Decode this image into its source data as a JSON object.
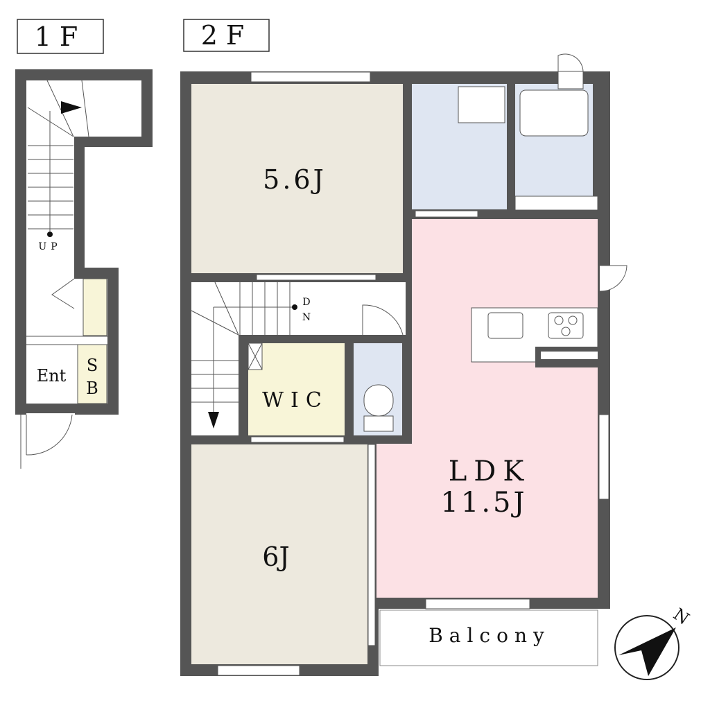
{
  "floors": {
    "first": {
      "title": "1F",
      "rooms": {
        "entrance": "Ent",
        "shoe_box_1": "S",
        "shoe_box_2": "B"
      },
      "stairs_label": "UP"
    },
    "second": {
      "title": "2F",
      "rooms": {
        "bedroom1": "5.6J",
        "bedroom2": "6J",
        "wic": "WIC",
        "ldk_name": "LDK",
        "ldk_size": "11.5J",
        "balcony": "Balcony"
      },
      "stairs_label_1": "D",
      "stairs_label_2": "N"
    }
  },
  "compass": {
    "label": "N"
  },
  "colors": {
    "wall": "#555555",
    "bedroom": "#ede9de",
    "wet": "#dfe6f2",
    "ldk": "#fce1e5",
    "storage": "#f8f5d8"
  }
}
